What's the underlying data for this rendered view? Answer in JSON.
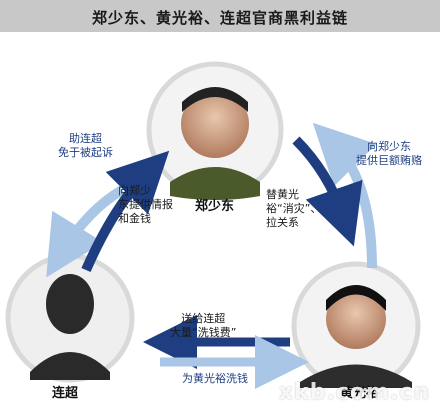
{
  "title": "郑少东、黄光裕、连超官商黑利益链",
  "people": {
    "top": {
      "name": "郑少东"
    },
    "left": {
      "name": "连超"
    },
    "right": {
      "name": "黄光裕"
    }
  },
  "arrows": {
    "left_outer": {
      "text": "助连超\n免于被起诉"
    },
    "left_inner": {
      "text": "向郑少\n东提供情报\n和金钱"
    },
    "right_outer": {
      "text": "向郑少东\n提供巨额贿赂"
    },
    "right_inner": {
      "text": "替黄光\n裕“消灾”、\n拉关系"
    },
    "bottom_top": {
      "text": "送给连超\n大量“洗钱费”"
    },
    "bottom_bottom": {
      "text": "为黄光裕洗钱"
    }
  },
  "watermark": "xkb.com.cn",
  "colors": {
    "dark_arrow": "#1f3e82",
    "light_arrow": "#a9c6e6",
    "circle_border": "#d9d9d9",
    "title_bar": "#c8c8c8"
  }
}
